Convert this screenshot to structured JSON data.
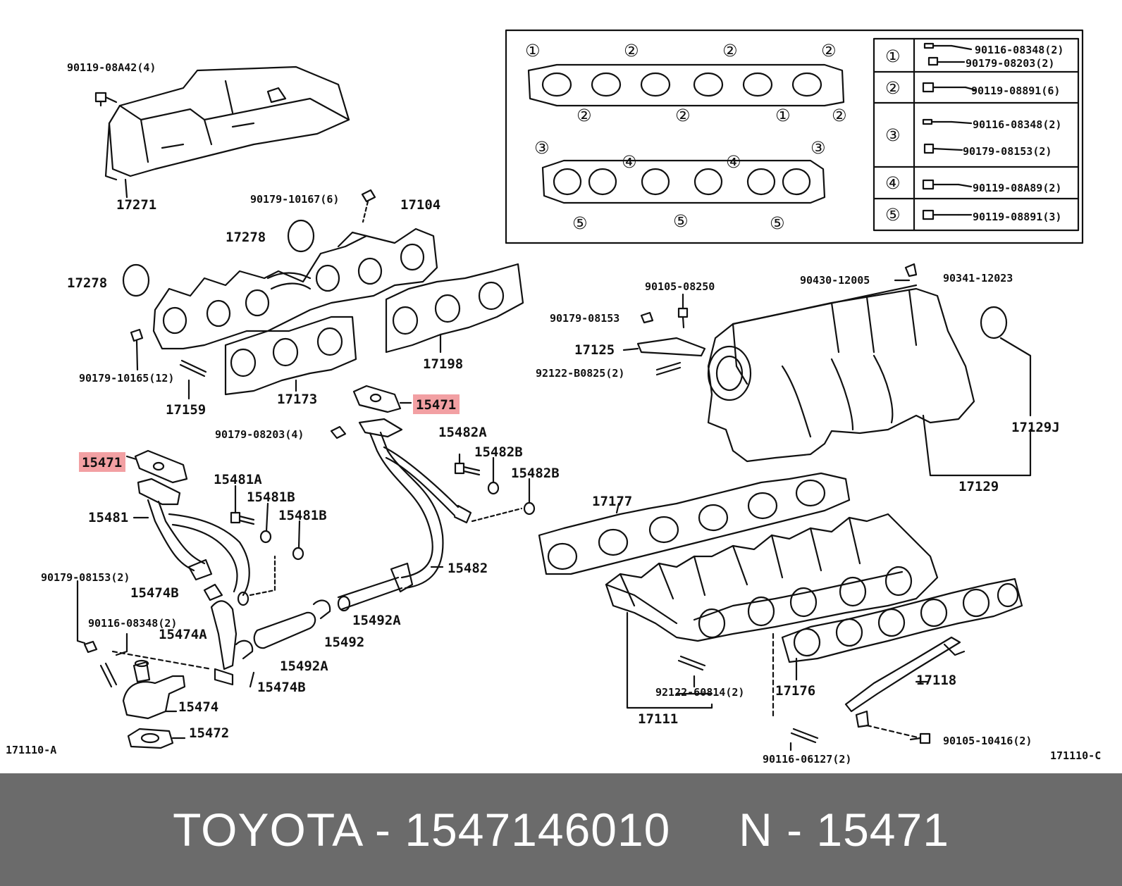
{
  "diagram": {
    "labels": {
      "p90119_08A42": "90119-08A42(4)",
      "p17271": "17271",
      "p90179_10167": "90179-10167(6)",
      "p17104": "17104",
      "p17278a": "17278",
      "p17278b": "17278",
      "p90179_10165": "90179-10165(12)",
      "p17159": "17159",
      "p17173": "17173",
      "p17198": "17198",
      "p15471a": "15471",
      "p15471b": "15471",
      "p90179_08203": "90179-08203(4)",
      "p15482A": "15482A",
      "p15482B1": "15482B",
      "p15482B2": "15482B",
      "p15481A": "15481A",
      "p15481B1": "15481B",
      "p15481B2": "15481B",
      "p15481": "15481",
      "p15482": "15482",
      "p90179_08153b": "90179-08153(2)",
      "p15474Ba": "15474B",
      "p15492Aa": "15492A",
      "p90116_08348c": "90116-08348(2)",
      "p15474A": "15474A",
      "p15492": "15492",
      "p15492Ab": "15492A",
      "p15474Bb": "15474B",
      "p15474": "15474",
      "p15472": "15472",
      "p171110A": "171110-A",
      "p90105_08250": "90105-08250",
      "p90179_08153a": "90179-08153",
      "p17125": "17125",
      "p92122_B0825": "92122-B0825(2)",
      "p90430_12005": "90430-12005",
      "p90341_12023": "90341-12023",
      "p17129J": "17129J",
      "p17129": "17129",
      "p17177": "17177",
      "p17176": "17176",
      "p17118": "17118",
      "p92122_60814": "92122-60814(2)",
      "p17111": "17111",
      "p90116_06127": "90116-06127(2)",
      "p90105_10416": "90105-10416(2)",
      "p171110C": "171110-C"
    },
    "inset": {
      "circled": [
        "①",
        "②",
        "③",
        "④",
        "⑤"
      ],
      "rows": [
        {
          "key": "①",
          "parts": [
            "90116-08348(2)",
            "90179-08203(2)"
          ]
        },
        {
          "key": "②",
          "parts": [
            "90119-08891(6)"
          ]
        },
        {
          "key": "③",
          "parts": [
            "90116-08348(2)",
            "90179-08153(2)"
          ]
        },
        {
          "key": "④",
          "parts": [
            "90119-08A89(2)"
          ]
        },
        {
          "key": "⑤",
          "parts": [
            "90119-08891(3)"
          ]
        }
      ]
    }
  },
  "footer": {
    "text": "TOYOTA - 1547146010     N - 15471"
  }
}
